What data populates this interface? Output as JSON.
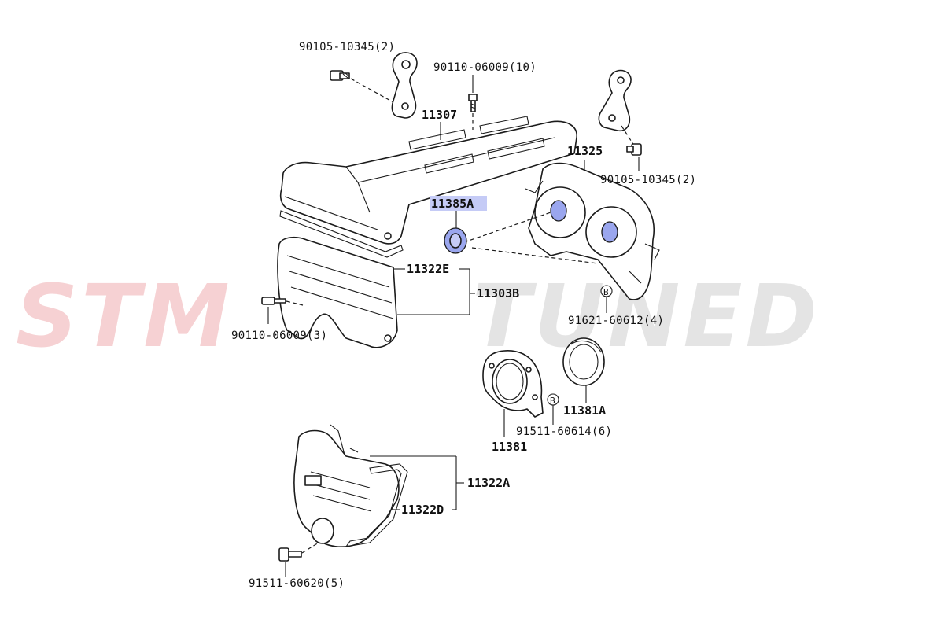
{
  "watermark": {
    "brand_left": "STM",
    "brand_right": "TUNED",
    "color_left": "#d9343a",
    "color_right": "#8a8a8a"
  },
  "highlight_color": "#9aa6ee",
  "parts": {
    "bolt_top_left": "90105-10345(2)",
    "bolt_top_center": "90110-06009(10)",
    "cover_no1": "11307",
    "cover_no3": "11325",
    "bolt_right": "90105-10345(2)",
    "oil_seal_highlighted": "11385A",
    "gasket_e": "11322E",
    "cover_sub_assy": "11303B",
    "bolt_left": "90110-06009(3)",
    "bolt_b": "91621-60612(4)",
    "ref_b_1": "B",
    "ref_b_2": "B",
    "rear_oil_seal": "11381A",
    "retainer_bolt": "91511-60614(6)",
    "retainer": "11381",
    "cover_no1_sub": "11322A",
    "gasket_d": "11322D",
    "bolt_bottom": "91511-60620(5)"
  }
}
